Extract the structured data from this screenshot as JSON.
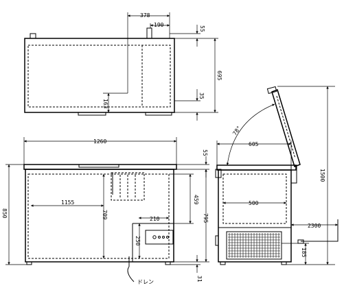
{
  "dimensions": {
    "top_378": "378",
    "top_190": "190",
    "top_55": "55",
    "top_695": "695",
    "top_35": "35",
    "top_163": "163",
    "front_1260": "1260",
    "front_55": "55",
    "front_850": "850",
    "front_1155": "1155",
    "front_709": "709",
    "front_459": "459",
    "front_795": "795",
    "front_210": "210",
    "front_250": "250",
    "front_31": "31",
    "side_605": "605",
    "side_78deg": "78°",
    "side_500": "500",
    "side_1500": "1500",
    "side_2300": "2300",
    "side_185": "185"
  },
  "labels": {
    "drain": "ドレン"
  }
}
